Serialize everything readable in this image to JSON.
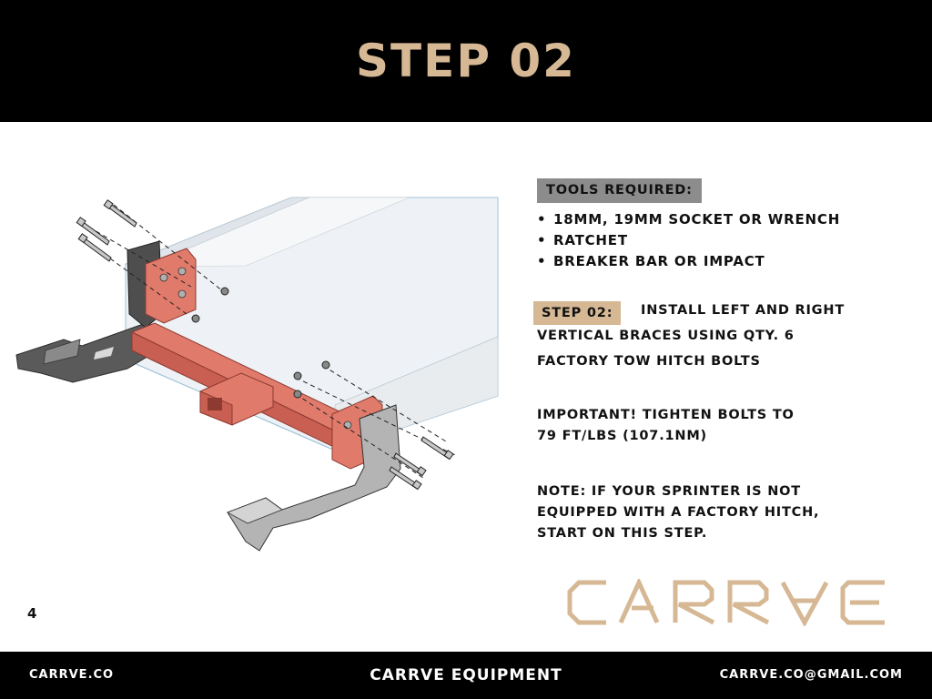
{
  "header": {
    "title": "STEP 02"
  },
  "tools": {
    "label": "TOOLS REQUIRED:",
    "items": [
      "18MM, 19MM SOCKET OR WRENCH",
      "RATCHET",
      "BREAKER BAR OR IMPACT"
    ]
  },
  "step": {
    "label": "STEP 02:",
    "line1": "INSTALL LEFT AND RIGHT",
    "line2": "VERTICAL BRACES USING QTY. 6",
    "line3": "FACTORY TOW HITCH BOLTS"
  },
  "important": {
    "line1": "IMPORTANT! TIGHTEN BOLTS TO",
    "line2": "79 FT/LBS (107.1NM)"
  },
  "note": {
    "line1": "NOTE: IF YOUR SPRINTER IS NOT",
    "line2": "EQUIPPED WITH A FACTORY HITCH,",
    "line3": "START ON THIS STEP."
  },
  "brand": {
    "logo_text": "CARRVE",
    "accent_color": "#d6b894",
    "hitch_color": "#e07b6c"
  },
  "page": {
    "number": "4"
  },
  "footer": {
    "left": "CARRVE.CO",
    "center": "CARRVE EQUIPMENT",
    "right": "CARRVE.CO@GMAIL.COM"
  }
}
